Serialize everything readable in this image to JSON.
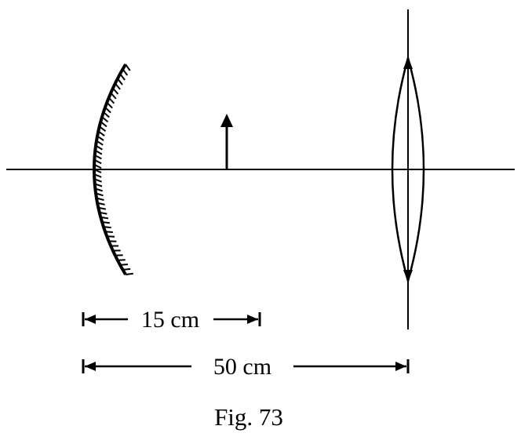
{
  "diagram": {
    "dimensions": [
      {
        "label": "15 cm"
      },
      {
        "label": "50 cm"
      }
    ],
    "caption": "Fig. 73"
  },
  "colors": {
    "ink": "#000000",
    "background": "#ffffff"
  }
}
